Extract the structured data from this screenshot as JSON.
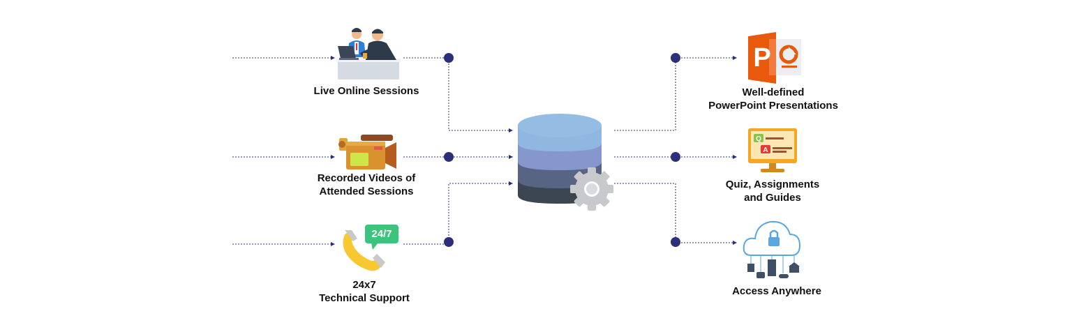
{
  "diagram": {
    "inputs": [
      {
        "id": "live",
        "lines": [
          "Live Online Sessions"
        ],
        "icon": "meeting-icon"
      },
      {
        "id": "recorded",
        "lines": [
          "Recorded Videos of",
          "Attended Sessions"
        ],
        "icon": "video-camera-icon"
      },
      {
        "id": "support",
        "lines": [
          "24x7",
          "Technical Support"
        ],
        "icon": "phone-support-icon",
        "badge": "24/7"
      }
    ],
    "center": {
      "icon": "database-gear-icon"
    },
    "outputs": [
      {
        "id": "ppt",
        "lines": [
          "Well-defined",
          "PowerPoint Presentations"
        ],
        "icon": "powerpoint-icon",
        "icon_letter": "P"
      },
      {
        "id": "quiz",
        "lines": [
          "Quiz, Assignments",
          "and Guides"
        ],
        "icon": "quiz-monitor-icon",
        "q_letter": "Q",
        "a_letter": "A"
      },
      {
        "id": "access",
        "lines": [
          "Access Anywhere"
        ],
        "icon": "cloud-access-icon"
      }
    ]
  },
  "colors": {
    "connector": "#2b2f7a",
    "node": "#2b2f7a",
    "db_top": "#8fb7e0",
    "db_mid1": "#8597cc",
    "db_mid2": "#586484",
    "db_bottom": "#3c4651",
    "gear": "#c7c9cc",
    "ppt_orange": "#e8590c",
    "monitor_orange": "#f5a623",
    "phone_yellow": "#f7c830",
    "badge_green": "#3cc47c",
    "cloud_blue": "#5aa7e0"
  }
}
